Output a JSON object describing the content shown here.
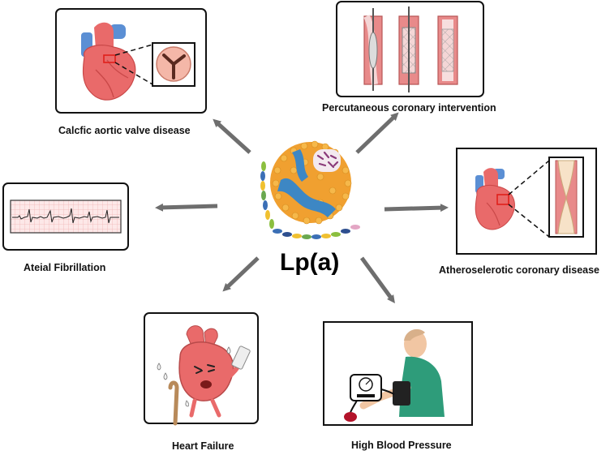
{
  "center": {
    "label": "Lp(a)"
  },
  "panels": {
    "aortic_valve": {
      "caption": "Calcfic aortic valve disease"
    },
    "pci": {
      "caption": "Percutaneous coronary intervention"
    },
    "afib": {
      "caption": "Ateial Fibrillation"
    },
    "atherosclerotic": {
      "caption": "Atheroselerotic coronary disease"
    },
    "heart_failure": {
      "caption": "Heart Failure"
    },
    "hypertension": {
      "caption": "High Blood Pressure"
    }
  },
  "colors": {
    "arrow": "#6e6e6e",
    "frame": "#111111",
    "heart": "#e96a6a",
    "heart_dark": "#c94848",
    "vessel_blue": "#5b8fd4",
    "particle_orange": "#f0a030",
    "particle_blue": "#3d87c4",
    "highlight_red": "#e0201b",
    "ecg_grid": "#f2b6b6",
    "ecg_bg": "#fde8e8",
    "shirt": "#2e9c7a",
    "skin": "#f1c6a3"
  }
}
